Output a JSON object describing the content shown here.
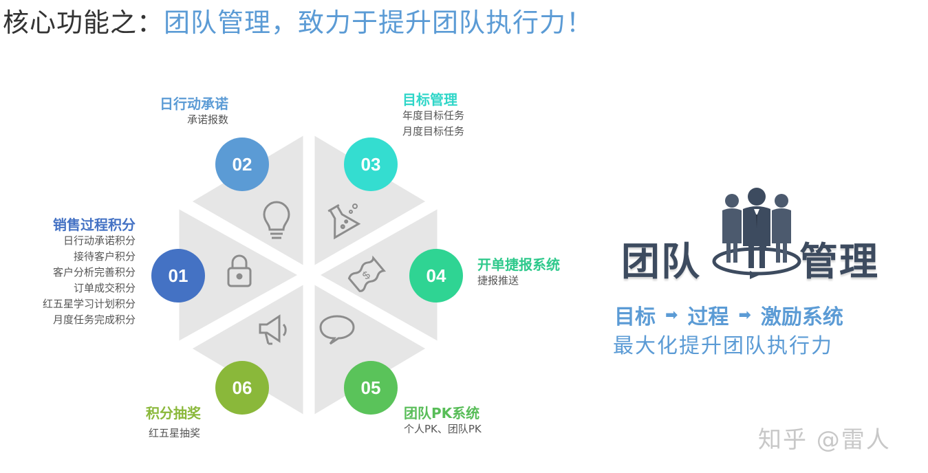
{
  "title": {
    "lead": "核心功能之：",
    "rest": "团队管理，致力于提升团队执行力！"
  },
  "segments": [
    {
      "num": "01",
      "color": "#4472c4",
      "title": "销售过程积分",
      "title_color": "#4472c4",
      "items": [
        "日行动承诺积分",
        "接待客户积分",
        "客户分析完善积分",
        "订单成交积分",
        "红五星学习计划积分",
        "月度任务完成积分"
      ],
      "icon": "lock-icon"
    },
    {
      "num": "02",
      "color": "#5b9bd5",
      "title": "日行动承诺",
      "title_color": "#5b9bd5",
      "items": [
        "承诺报数"
      ],
      "icon": "lightbulb-icon"
    },
    {
      "num": "03",
      "color": "#34ddd0",
      "title": "目标管理",
      "title_color": "#2fd6c8",
      "items": [
        "年度目标任务",
        "月度目标任务"
      ],
      "icon": "flask-icon"
    },
    {
      "num": "04",
      "color": "#2fd493",
      "title": "开单捷报系统",
      "title_color": "#2fc98c",
      "items": [
        "捷报推送"
      ],
      "icon": "money-icon"
    },
    {
      "num": "05",
      "color": "#5ac35a",
      "title": "团队PK系统",
      "title_color": "#58bd58",
      "items": [
        "个人PK、团队PK"
      ],
      "icon": "chat-bubble-icon"
    },
    {
      "num": "06",
      "color": "#8ab83a",
      "title": "积分抽奖",
      "title_color": "#8ab83a",
      "items": [
        "红五星抽奖"
      ],
      "icon": "megaphone-icon"
    }
  ],
  "team": {
    "left_word": "团队",
    "right_word": "管理",
    "flow": [
      "目标",
      "过程",
      "激励系统"
    ],
    "arrow": "➡",
    "tagline": "最大化提升团队执行力",
    "icon": "team-people-icon"
  },
  "watermark": "知乎 @雷人"
}
